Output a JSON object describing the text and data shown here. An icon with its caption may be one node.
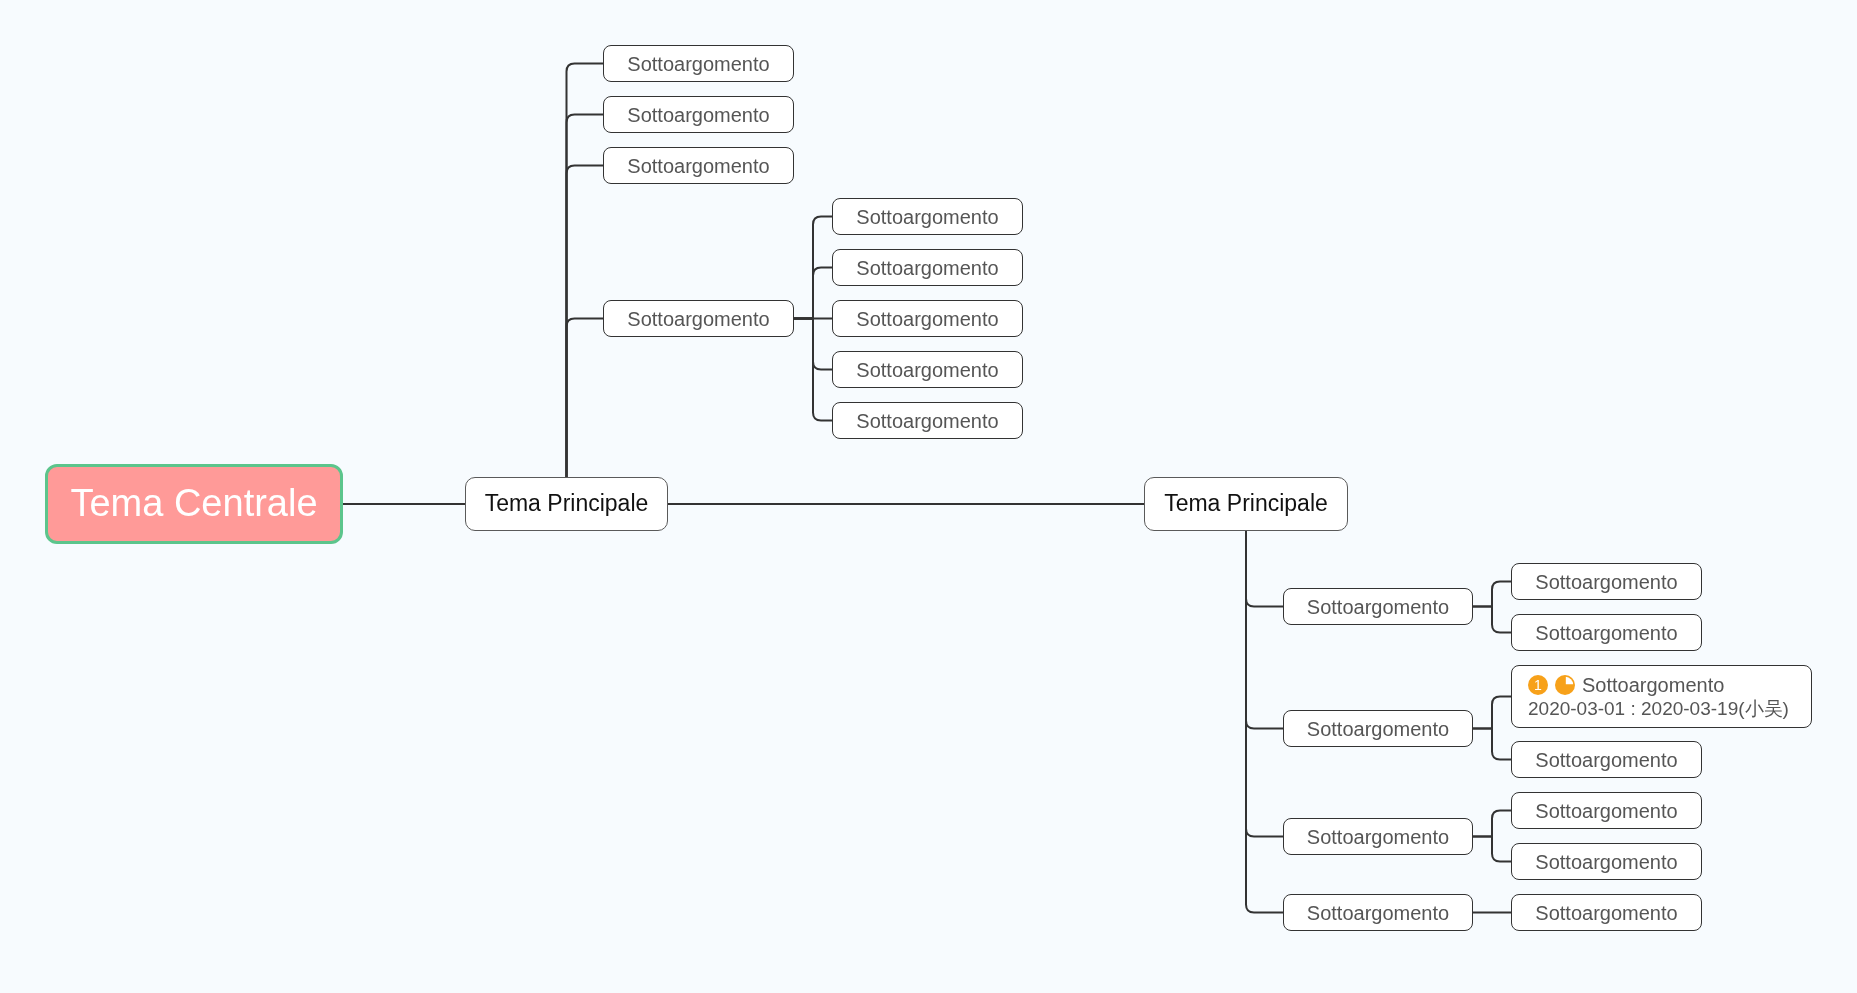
{
  "diagram": {
    "nodes": [
      {
        "text": [
          "Tema Centrale"
        ]
      },
      {
        "text": [
          "Tema Principale"
        ]
      },
      {
        "text": [
          "Sottoargomento"
        ]
      },
      {
        "text": [
          "Sottoargomento"
        ]
      },
      {
        "text": [
          "Sottoargomento"
        ]
      },
      {
        "text": [
          "Sottoargomento"
        ]
      },
      {
        "text": [
          "Sottoargomento"
        ]
      },
      {
        "text": [
          "Sottoargomento"
        ]
      },
      {
        "text": [
          "Sottoargomento"
        ]
      },
      {
        "text": [
          "Sottoargomento"
        ]
      },
      {
        "text": [
          "Sottoargomento"
        ]
      },
      {
        "text": [
          "Tema Principale"
        ]
      },
      {
        "text": [
          "Sottoargomento"
        ]
      },
      {
        "text": [
          "Sottoargomento"
        ]
      },
      {
        "text": [
          "Sottoargomento"
        ]
      },
      {
        "text": [
          "Sottoargomento"
        ]
      },
      {
        "text": [
          "1",
          "Sottoargomento",
          "2020-03-01 : 2020-03-19(小吴)"
        ]
      },
      {
        "text": [
          "Sottoargomento"
        ]
      },
      {
        "text": [
          "Sottoargomento"
        ]
      },
      {
        "text": [
          "Sottoargomento"
        ]
      },
      {
        "text": [
          "Sottoargomento"
        ]
      },
      {
        "text": [
          "Sottoargomento"
        ]
      },
      {
        "text": [
          "Sottoargomento"
        ]
      }
    ],
    "edges": [
      {
        "from": 0,
        "to": 1,
        "arrow": "none"
      },
      {
        "from": 1,
        "to": 2,
        "arrow": "none"
      },
      {
        "from": 1,
        "to": 3,
        "arrow": "none"
      },
      {
        "from": 1,
        "to": 4,
        "arrow": "none"
      },
      {
        "from": 1,
        "to": 5,
        "arrow": "none"
      },
      {
        "from": 5,
        "to": 6,
        "arrow": "none"
      },
      {
        "from": 5,
        "to": 7,
        "arrow": "none"
      },
      {
        "from": 5,
        "to": 8,
        "arrow": "none"
      },
      {
        "from": 5,
        "to": 9,
        "arrow": "none"
      },
      {
        "from": 5,
        "to": 10,
        "arrow": "none"
      },
      {
        "from": 1,
        "to": 11,
        "arrow": "none"
      },
      {
        "from": 11,
        "to": 12,
        "arrow": "none"
      },
      {
        "from": 12,
        "to": 13,
        "arrow": "none"
      },
      {
        "from": 12,
        "to": 14,
        "arrow": "none"
      },
      {
        "from": 11,
        "to": 15,
        "arrow": "none"
      },
      {
        "from": 15,
        "to": 16,
        "arrow": "none"
      },
      {
        "from": 15,
        "to": 17,
        "arrow": "none"
      },
      {
        "from": 11,
        "to": 18,
        "arrow": "none"
      },
      {
        "from": 18,
        "to": 19,
        "arrow": "none"
      },
      {
        "from": 18,
        "to": 20,
        "arrow": "none"
      },
      {
        "from": 11,
        "to": 21,
        "arrow": "none"
      },
      {
        "from": 21,
        "to": 22,
        "arrow": "none"
      }
    ]
  }
}
